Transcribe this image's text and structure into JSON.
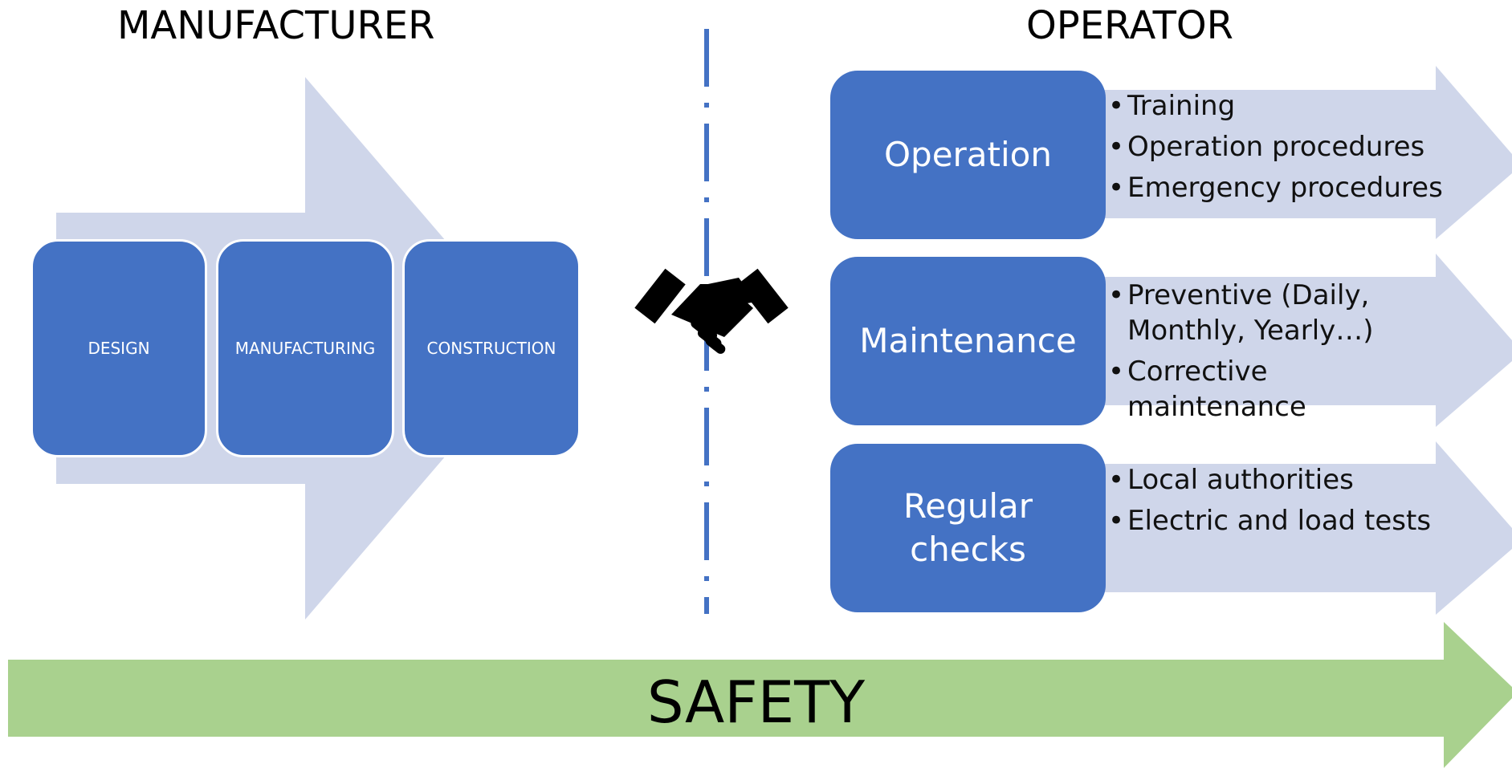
{
  "headings": {
    "left": "MANUFACTURER",
    "right": "OPERATOR"
  },
  "manufacturer": {
    "steps": [
      "DESIGN",
      "MANUFACTURING",
      "CONSTRUCTION"
    ]
  },
  "operator": {
    "rows": [
      {
        "title": "Operation",
        "bullets": [
          "Training",
          "Operation procedures",
          "Emergency procedures"
        ]
      },
      {
        "title": "Maintenance",
        "bullets": [
          "Preventive (Daily, Monthly, Yearly…)",
          "Corrective maintenance"
        ]
      },
      {
        "title": "Regular checks",
        "bullets": [
          "Local authorities",
          "Electric and load tests"
        ]
      }
    ]
  },
  "safety": {
    "label": "SAFETY"
  },
  "icons": {
    "center": "handshake-icon"
  },
  "colors": {
    "box_fill": "#4472c4",
    "arrow_light": "#cfd6ea",
    "divider": "#4472c4",
    "safety_arrow": "#a9d18e"
  }
}
